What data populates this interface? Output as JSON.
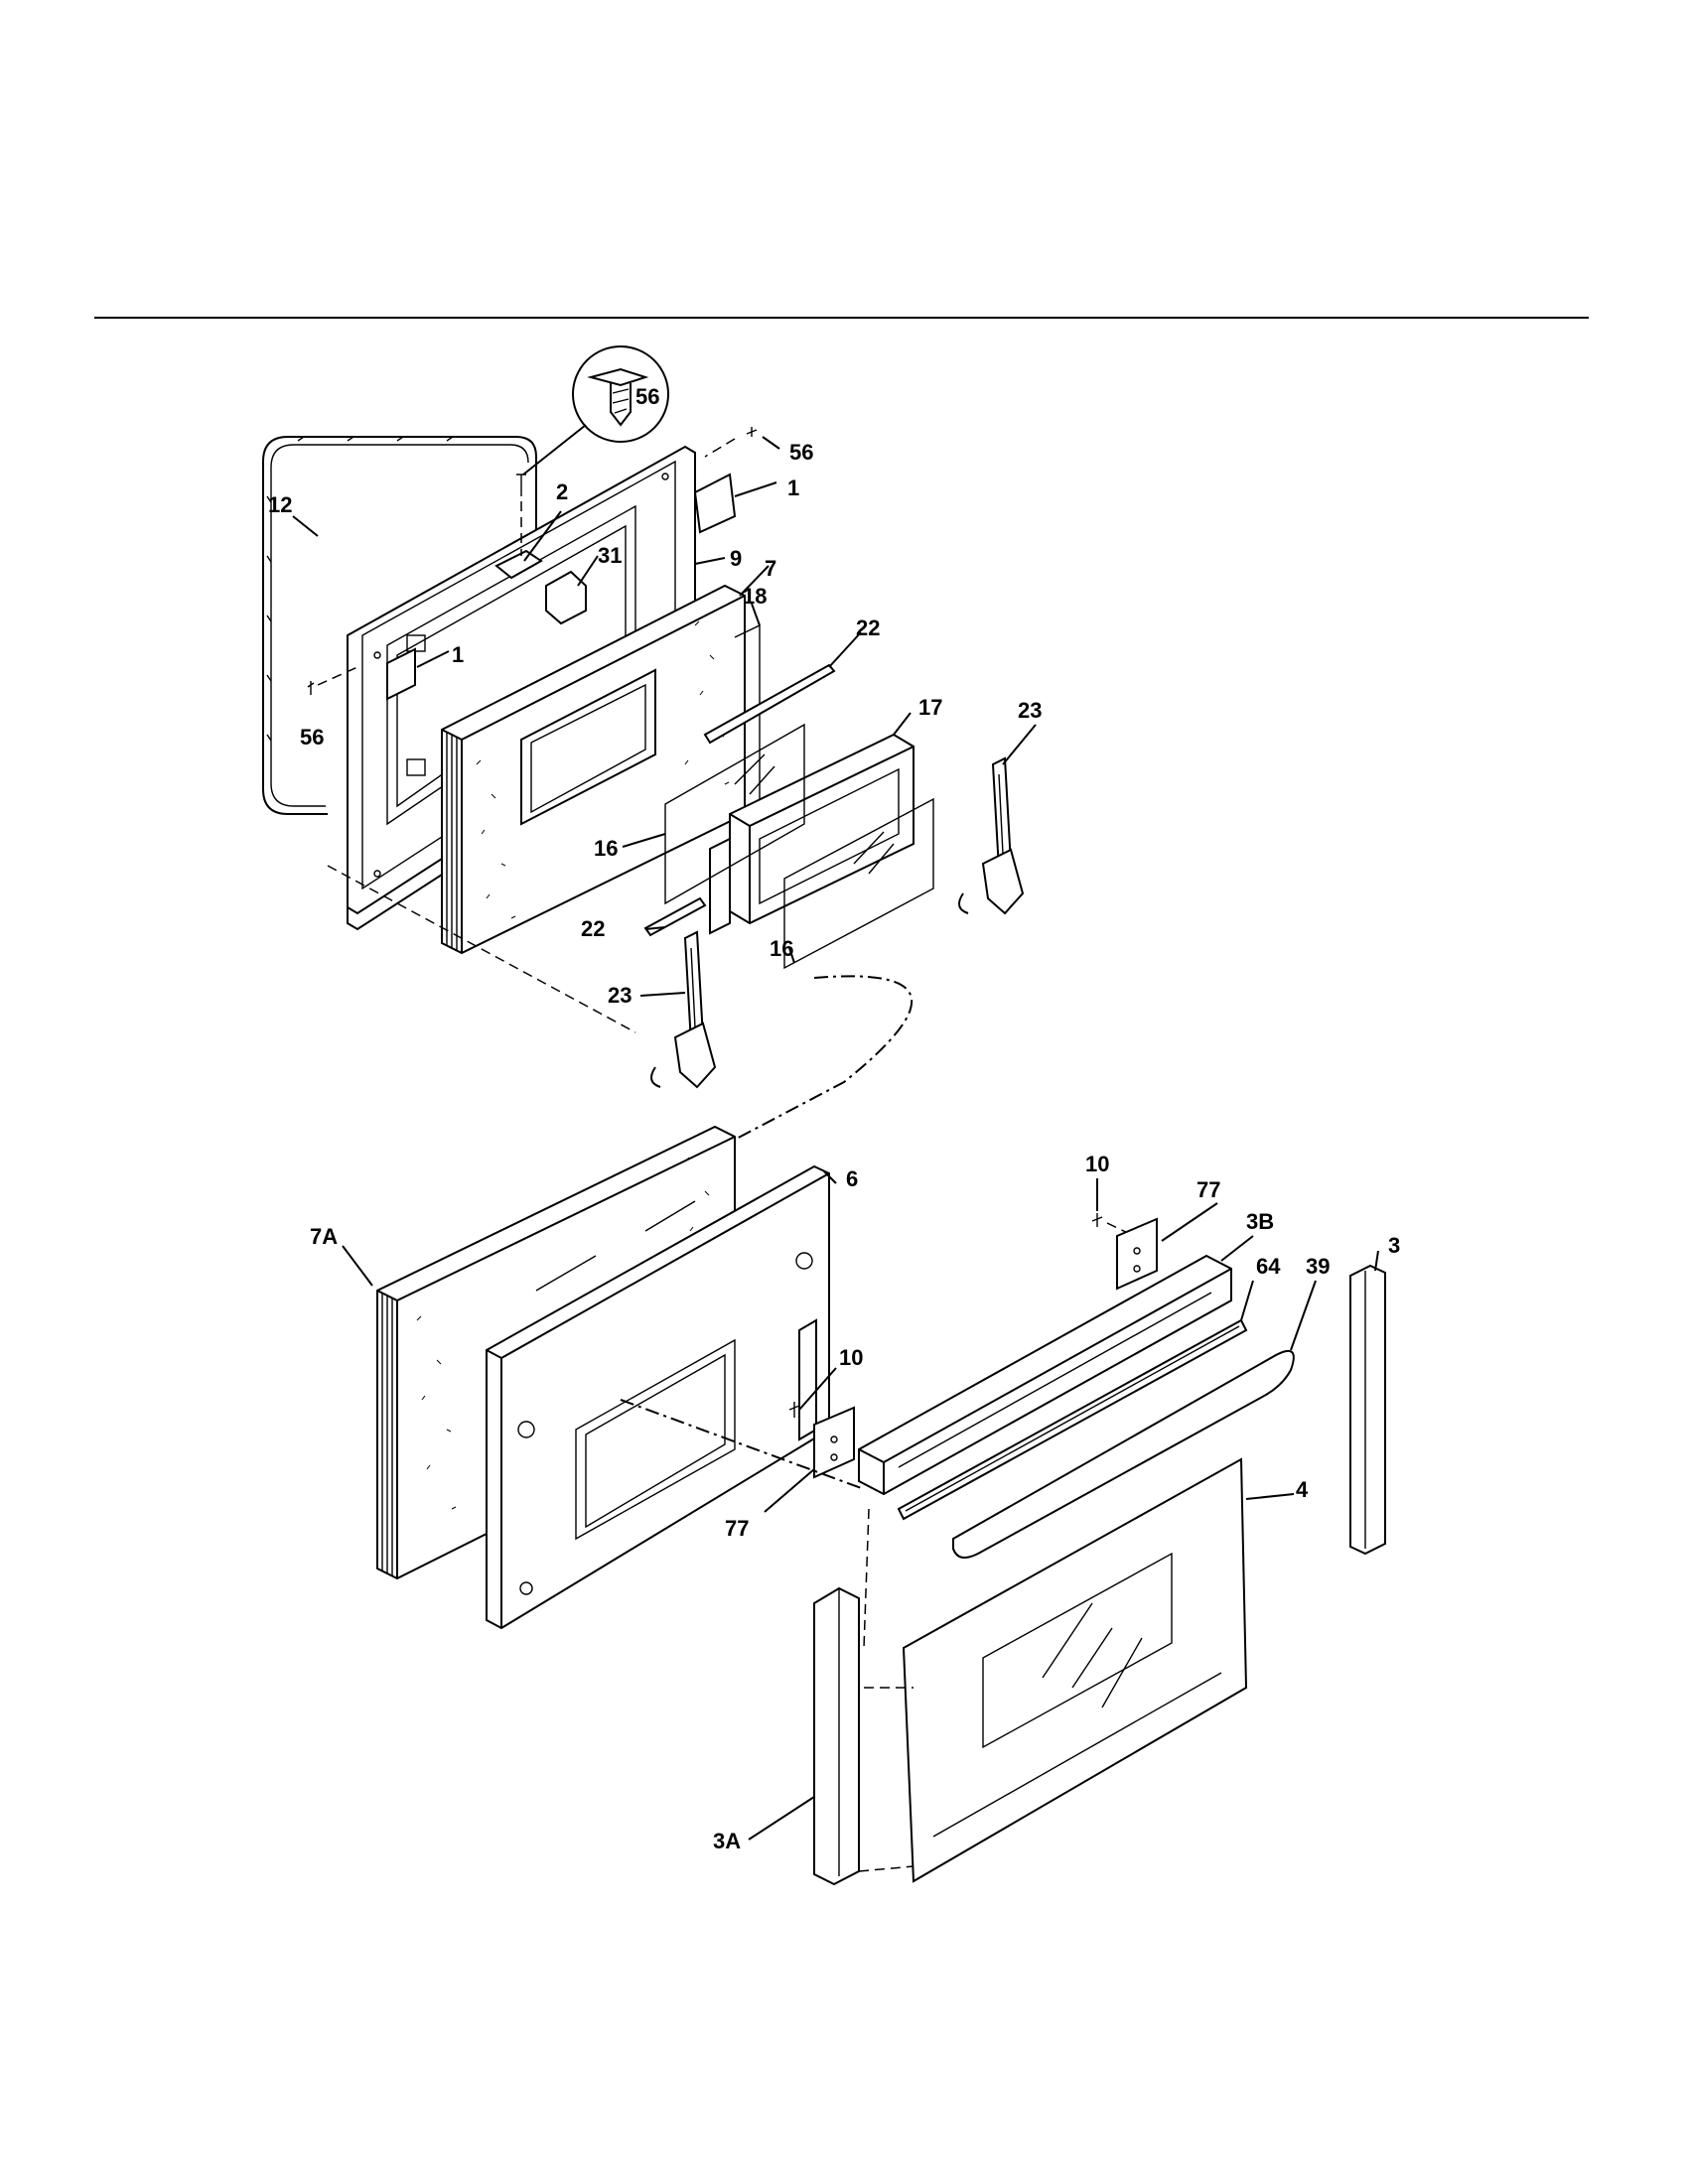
{
  "callouts": [
    {
      "id": "c56a",
      "text": "56"
    },
    {
      "id": "c56b",
      "text": "56"
    },
    {
      "id": "c56c",
      "text": "56"
    },
    {
      "id": "c1a",
      "text": "1"
    },
    {
      "id": "c1b",
      "text": "1"
    },
    {
      "id": "c2",
      "text": "2"
    },
    {
      "id": "c12",
      "text": "12"
    },
    {
      "id": "c31",
      "text": "31"
    },
    {
      "id": "c9",
      "text": "9"
    },
    {
      "id": "c7",
      "text": "7"
    },
    {
      "id": "c18",
      "text": "18"
    },
    {
      "id": "c22a",
      "text": "22"
    },
    {
      "id": "c22b",
      "text": "22"
    },
    {
      "id": "c17",
      "text": "17"
    },
    {
      "id": "c16a",
      "text": "16"
    },
    {
      "id": "c16b",
      "text": "16"
    },
    {
      "id": "c23a",
      "text": "23"
    },
    {
      "id": "c23b",
      "text": "23"
    },
    {
      "id": "c7A",
      "text": "7A"
    },
    {
      "id": "c6",
      "text": "6"
    },
    {
      "id": "c10a",
      "text": "10"
    },
    {
      "id": "c10b",
      "text": "10"
    },
    {
      "id": "c77a",
      "text": "77"
    },
    {
      "id": "c77b",
      "text": "77"
    },
    {
      "id": "c3B",
      "text": "3B"
    },
    {
      "id": "c64",
      "text": "64"
    },
    {
      "id": "c39",
      "text": "39"
    },
    {
      "id": "c3",
      "text": "3"
    },
    {
      "id": "c4",
      "text": "4"
    },
    {
      "id": "c3A",
      "text": "3A"
    }
  ]
}
